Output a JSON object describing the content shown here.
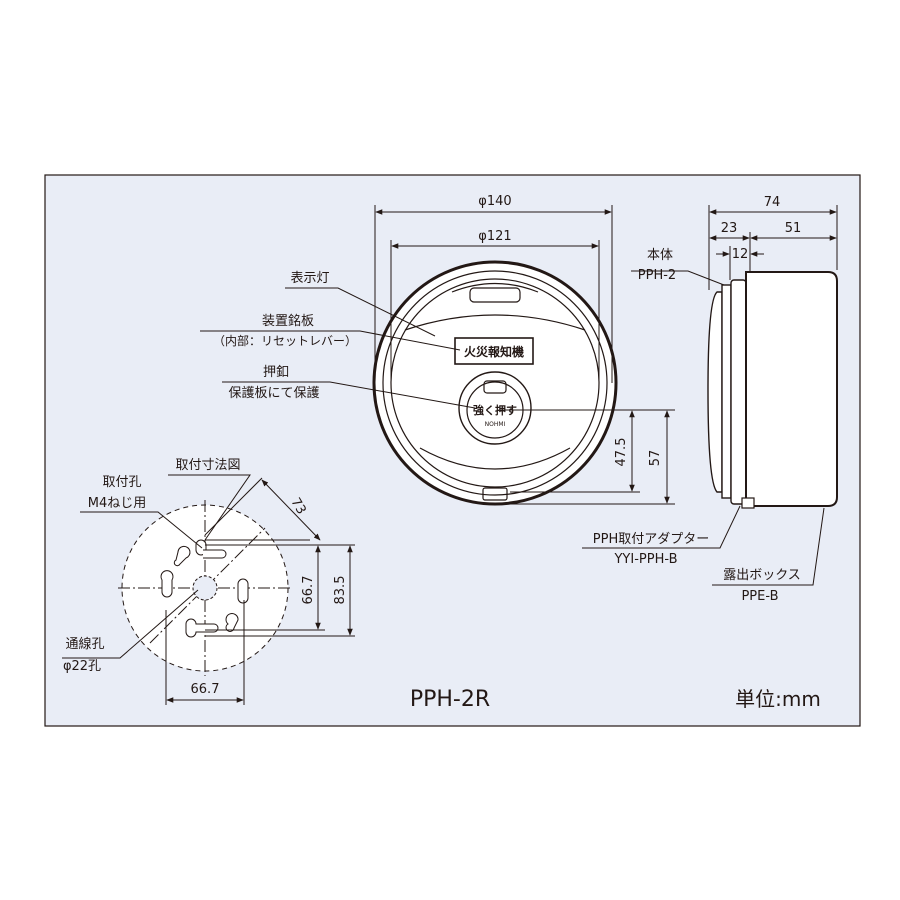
{
  "model": "PPH-2R",
  "unit_label": "単位:mm",
  "colors": {
    "panel": "#e9edf6",
    "line": "#231815",
    "face": "#ffffff"
  },
  "front_view": {
    "dim_outer": "φ140",
    "dim_inner": "φ121",
    "dim_47_5": "47.5",
    "dim_57": "57",
    "label_lamp": "表示灯",
    "label_nameplate": "装置銘板",
    "label_nameplate_sub": "（内部：リセットレバー）",
    "label_button": "押釦",
    "label_button_sub": "保護板にて保護",
    "plate_text": "火災報知機",
    "button_text": "強く押す",
    "button_sub": "NOHMI"
  },
  "side_view": {
    "dim_total": "74",
    "dim_23": "23",
    "dim_51": "51",
    "dim_12": "12",
    "label_body": "本体",
    "label_body_model": "PPH-2",
    "label_adapter": "PPH取付アダプター",
    "label_adapter_model": "YYI-PPH-B",
    "label_box": "露出ボックス",
    "label_box_model": "PPE-B"
  },
  "mount_view": {
    "title": "取付寸法図",
    "label_hole": "取付孔",
    "label_hole_sub": "M4ねじ用",
    "label_wire": "通線孔",
    "label_wire_sub": "φ22孔",
    "dim_73": "73",
    "dim_66_7_v": "66.7",
    "dim_83_5": "83.5",
    "dim_66_7_h": "66.7"
  }
}
